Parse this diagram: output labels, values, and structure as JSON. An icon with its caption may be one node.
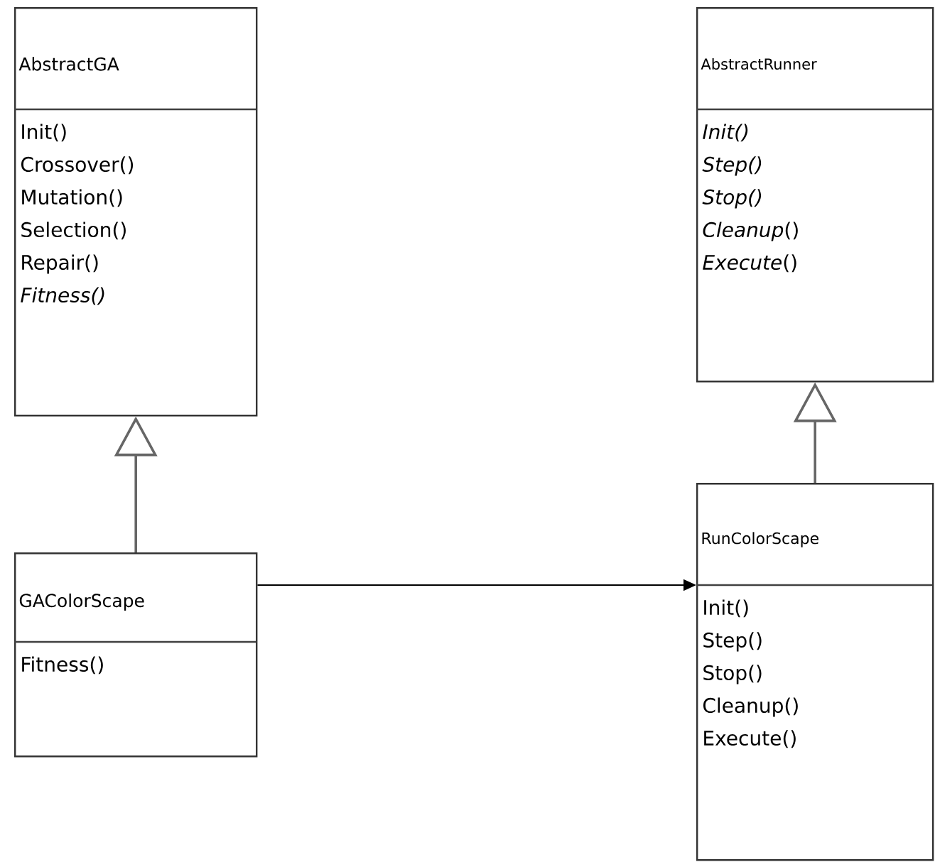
{
  "diagram": {
    "nodes": [
      {
        "text": [
          "AbstractGA",
          "Init()",
          "Crossover()",
          "Mutation()",
          "Selection()",
          "Repair()",
          "Fitness()"
        ]
      },
      {
        "text": [
          "AbstractRunner",
          "Init()",
          "Step()",
          "Stop()",
          "*Cleanup*()",
          "*Execute*()"
        ]
      },
      {
        "text": [
          "GAColorScape",
          "Fitness()"
        ]
      },
      {
        "text": [
          "RunColorScape",
          "Init()",
          "Step()",
          "Stop()",
          "Cleanup()",
          "Execute()"
        ]
      }
    ],
    "edges": [
      {
        "from": 2,
        "to": 0,
        "arrow": "to"
      },
      {
        "from": 3,
        "to": 1,
        "arrow": "to"
      },
      {
        "from": 2,
        "to": 3,
        "arrow": "to",
        "color": "#000000"
      }
    ]
  }
}
